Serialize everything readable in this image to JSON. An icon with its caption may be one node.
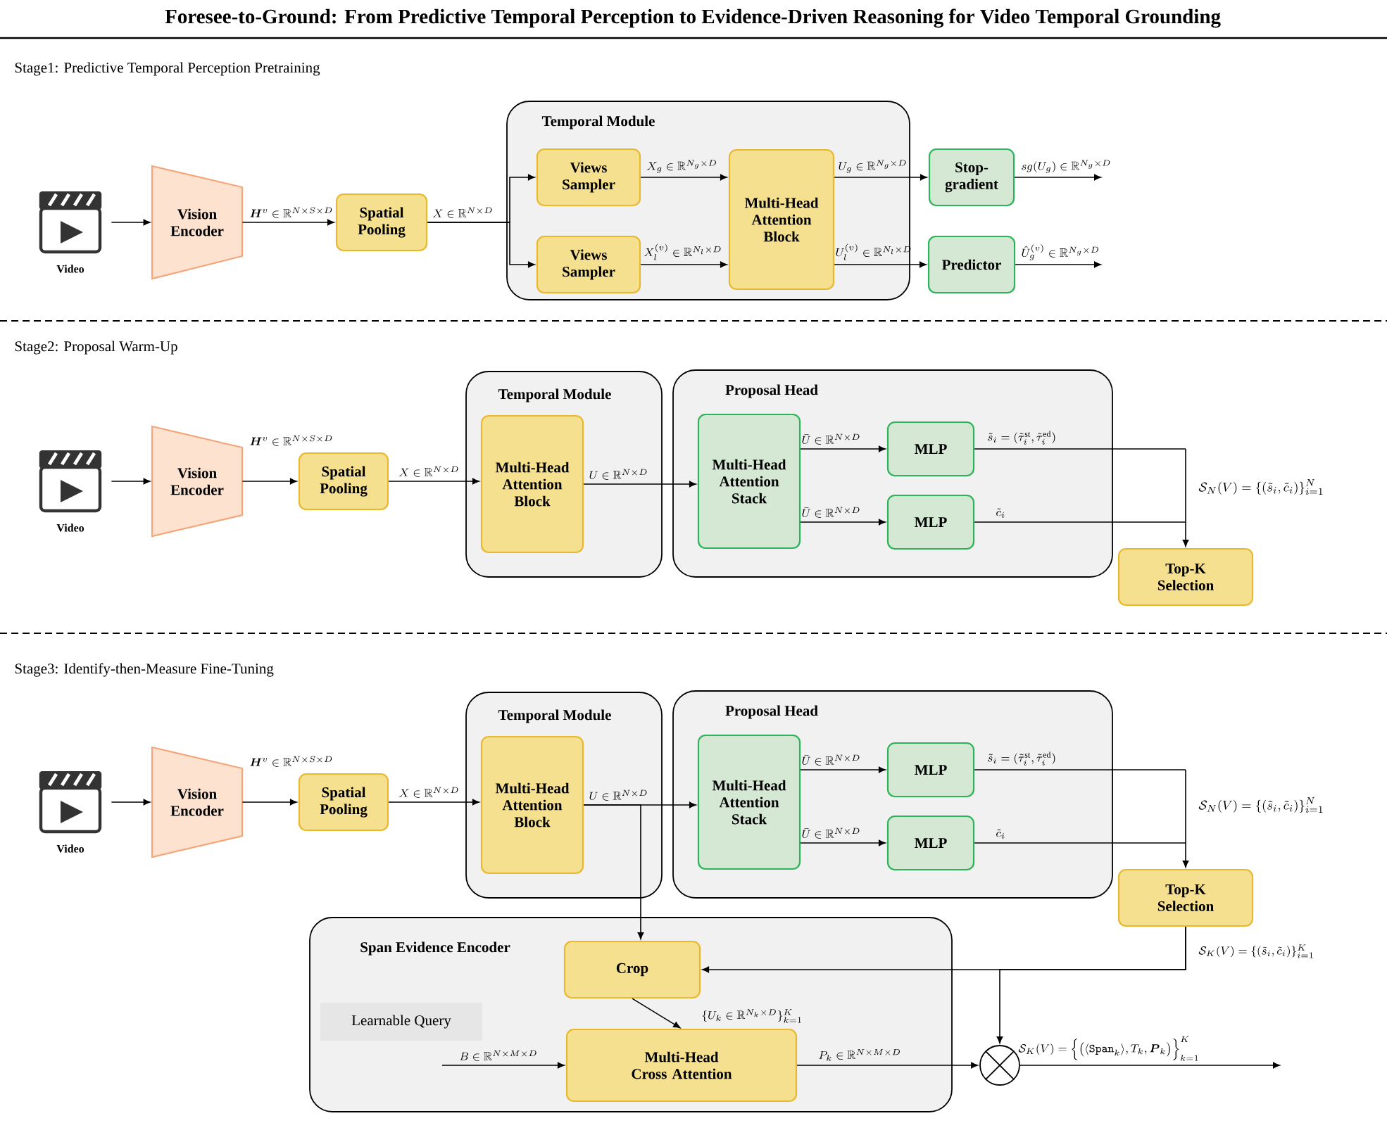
{
  "diagram": {
    "title": "Foresee-to-Ground: From Predictive Temporal Perception to Evidence-Driven Reasoning for Video Temporal Grounding",
    "nodes": [
      {
        "text": [
          "Video"
        ]
      },
      {
        "text": [
          "Vision Encoder"
        ]
      },
      {
        "text": [
          "Spatial Pooling"
        ]
      },
      {
        "text": [
          "Temporal Module"
        ]
      },
      {
        "text": [
          "Views Sampler"
        ],
        "in": 3
      },
      {
        "text": [
          "Views Sampler"
        ],
        "in": 3
      },
      {
        "text": [
          "Multi-Head Attention Block"
        ],
        "in": 3
      },
      {
        "text": [
          "Stop-gradient"
        ]
      },
      {
        "text": [
          "Predictor"
        ]
      },
      {
        "text": [
          "Video"
        ]
      },
      {
        "text": [
          "Vision Encoder"
        ]
      },
      {
        "text": [
          "Spatial Pooling"
        ]
      },
      {
        "text": [
          "Temporal Module"
        ]
      },
      {
        "text": [
          "Multi-Head Attention Block"
        ],
        "in": 12
      },
      {
        "text": [
          "Proposal Head"
        ]
      },
      {
        "text": [
          "Multi-Head Attention Stack"
        ],
        "in": 14
      },
      {
        "text": [
          "MLP"
        ],
        "in": 14
      },
      {
        "text": [
          "MLP"
        ],
        "in": 14
      },
      {
        "text": [
          "Top-K Selection"
        ]
      },
      {
        "text": [
          "Video"
        ]
      },
      {
        "text": [
          "Vision Encoder"
        ]
      },
      {
        "text": [
          "Spatial Pooling"
        ]
      },
      {
        "text": [
          "Temporal Module"
        ]
      },
      {
        "text": [
          "Multi-Head Attention Block"
        ],
        "in": 22
      },
      {
        "text": [
          "Proposal Head"
        ]
      },
      {
        "text": [
          "Multi-Head Attention Stack"
        ],
        "in": 24
      },
      {
        "text": [
          "MLP"
        ],
        "in": 24
      },
      {
        "text": [
          "MLP"
        ],
        "in": 24
      },
      {
        "text": [
          "Top-K Selection"
        ]
      },
      {
        "text": [
          "Span Evidence Encoder"
        ]
      },
      {
        "text": [
          "Crop"
        ],
        "in": 29
      },
      {
        "text": [
          "Learnable Query"
        ],
        "in": 29
      },
      {
        "text": [
          "Multi-Head Cross Attention"
        ],
        "in": 29
      },
      {
        "text": [],
        "shape": "circle"
      }
    ],
    "edges": [
      {
        "from": 0,
        "to": 1,
        "arrow": "to"
      },
      {
        "from": 1,
        "to": 2,
        "arrow": "to",
        "label": "\\boldsymbol{H}^{v}\\in\\mathbb{R}^{N\\times S\\times D}"
      },
      {
        "from": 2,
        "to": 4,
        "arrow": "to",
        "label": "X\\in\\mathbb{R}^{N\\times D}"
      },
      {
        "from": 2,
        "to": 5,
        "arrow": "to"
      },
      {
        "from": 4,
        "to": 6,
        "arrow": "to",
        "label": "X_{g}\\in\\mathbb{R}^{N_{g}\\times D}"
      },
      {
        "from": 5,
        "to": 6,
        "arrow": "to",
        "label": "X_{l}^{(v)}\\in\\mathbb{R}^{N_{l}\\times D}"
      },
      {
        "from": 6,
        "to": 7,
        "arrow": "to",
        "label": "U_{g}\\in\\mathbb{R}^{N_{g}\\times D}"
      },
      {
        "from": 6,
        "to": 8,
        "arrow": "to",
        "label": "U_{l}^{(v)}\\in\\mathbb{R}^{N_{l}\\times D}"
      },
      {
        "from": 7,
        "to": null,
        "arrow": "to",
        "label": "sg(U_{g})\\in\\mathbb{R}^{N_{g}\\times D}"
      },
      {
        "from": 8,
        "to": null,
        "arrow": "to",
        "label": "\\hat{U}_{g}^{(v)}\\in\\mathbb{R}^{N_{g}\\times D}"
      },
      {
        "from": 9,
        "to": 10,
        "arrow": "to"
      },
      {
        "from": 10,
        "to": 11,
        "arrow": "to",
        "label": "\\boldsymbol{H}^{v}\\in\\mathbb{R}^{N\\times S\\times D}"
      },
      {
        "from": 11,
        "to": 13,
        "arrow": "to",
        "label": "X\\in\\mathbb{R}^{N\\times D}"
      },
      {
        "from": 13,
        "to": 15,
        "arrow": "to",
        "label": "U\\in\\mathbb{R}^{N\\times D}"
      },
      {
        "from": 15,
        "to": 16,
        "arrow": "to",
        "label": "\\bar{U}\\in\\mathbb{R}^{N\\times D}"
      },
      {
        "from": 15,
        "to": 17,
        "arrow": "to",
        "label": "\\bar{U}\\in\\mathbb{R}^{N\\times D}"
      },
      {
        "from": 16,
        "to": 18,
        "arrow": "to",
        "label": "\\tilde{s}_{i}=(\\tilde{\\tau}_{i}^{\\mathrm{st}},\\tilde{\\tau}_{i}^{\\mathrm{ed}})"
      },
      {
        "from": 17,
        "to": 18,
        "arrow": "to",
        "label": "\\tilde{c}_{i}"
      },
      {
        "from": 19,
        "to": 20,
        "arrow": "to"
      },
      {
        "from": 20,
        "to": 21,
        "arrow": "to",
        "label": "\\boldsymbol{H}^{v}\\in\\mathbb{R}^{N\\times S\\times D}"
      },
      {
        "from": 21,
        "to": 23,
        "arrow": "to",
        "label": "X\\in\\mathbb{R}^{N\\times D}"
      },
      {
        "from": 23,
        "to": 25,
        "arrow": "to",
        "label": "U\\in\\mathbb{R}^{N\\times D}"
      },
      {
        "from": 25,
        "to": 26,
        "arrow": "to",
        "label": "\\bar{U}\\in\\mathbb{R}^{N\\times D}"
      },
      {
        "from": 25,
        "to": 27,
        "arrow": "to",
        "label": "\\bar{U}\\in\\mathbb{R}^{N\\times D}"
      },
      {
        "from": 26,
        "to": 28,
        "arrow": "to",
        "label": "\\tilde{s}_{i}=(\\tilde{\\tau}_{i}^{\\mathrm{st}},\\tilde{\\tau}_{i}^{\\mathrm{ed}})"
      },
      {
        "from": 27,
        "to": 28,
        "arrow": "to",
        "label": "\\tilde{c}_{i}"
      },
      {
        "from": 23,
        "to": 30,
        "arrow": "to"
      },
      {
        "from": 28,
        "to": 30,
        "arrow": "to",
        "label": "\\mathcal{S}_{K}(V)=\\{(\\tilde{s}_{i},\\tilde{c}_{i})\\}_{i=1}^{K}"
      },
      {
        "from": 28,
        "to": 33,
        "arrow": "to"
      },
      {
        "from": 30,
        "to": 32,
        "arrow": "to",
        "label": "\\{U_{k}\\in\\mathbb{R}^{N_{k}\\times D}\\}_{k=1}^{K}"
      },
      {
        "from": null,
        "to": 32,
        "arrow": "to",
        "label": "B\\in\\mathbb{R}^{N\\times M\\times D}"
      },
      {
        "from": 32,
        "to": 33,
        "arrow": "to",
        "label": "P_{k}\\in\\mathbb{R}^{N\\times M\\times D}"
      },
      {
        "from": 33,
        "to": null,
        "arrow": "to",
        "label": "\\mathcal{S}_{K}(V)=\\Big\\{\\big(\\langle\\mathtt{Span}_{k}\\rangle,T_{k},\\boldsymbol{P}_{k}\\big)\\Big\\}_{k=1}^{K}"
      }
    ],
    "labels": [
      "Stage1: Predictive Temporal Perception Pretraining",
      "Stage2: Proposal Warm-Up",
      "\\mathcal{S}_{N}(V)=\\{(\\tilde{s}_{i},\\tilde{c}_{i})\\}_{i=1}^{N}",
      "Stage3: Identify-then-Measure Fine-Tuning",
      "\\mathcal{S}_{N}(V)=\\{(\\tilde{s}_{i},\\tilde{c}_{i})\\}_{i=1}^{N}"
    ]
  }
}
